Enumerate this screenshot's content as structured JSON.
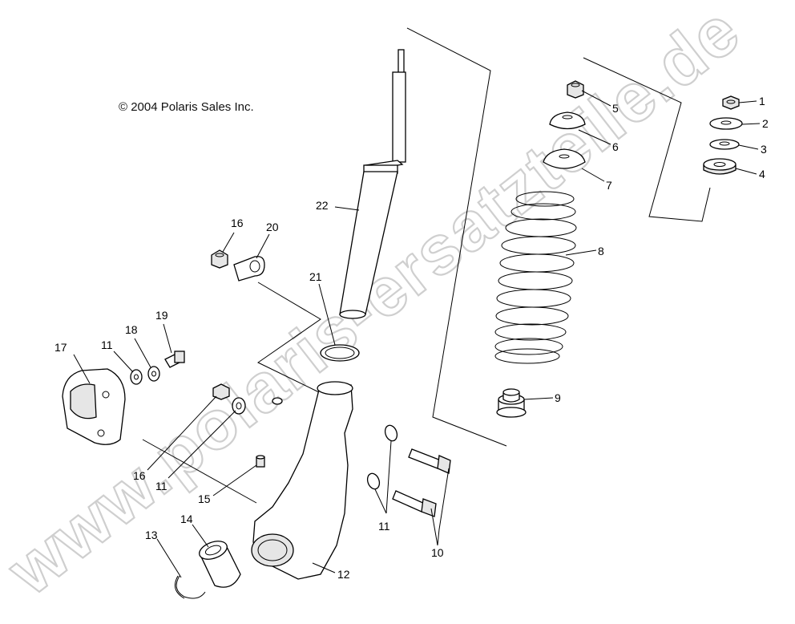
{
  "copyright": "© 2004 Polaris Sales Inc.",
  "watermark": "www.polaris-ersatzteile.de",
  "callouts": [
    {
      "id": "c1",
      "label": "1"
    },
    {
      "id": "c2",
      "label": "2"
    },
    {
      "id": "c3",
      "label": "3"
    },
    {
      "id": "c4",
      "label": "4"
    },
    {
      "id": "c5",
      "label": "5"
    },
    {
      "id": "c6",
      "label": "6"
    },
    {
      "id": "c7",
      "label": "7"
    },
    {
      "id": "c8",
      "label": "8"
    },
    {
      "id": "c9",
      "label": "9"
    },
    {
      "id": "c10",
      "label": "10"
    },
    {
      "id": "c11a",
      "label": "11"
    },
    {
      "id": "c11b",
      "label": "11"
    },
    {
      "id": "c11c",
      "label": "11"
    },
    {
      "id": "c12",
      "label": "12"
    },
    {
      "id": "c13",
      "label": "13"
    },
    {
      "id": "c14",
      "label": "14"
    },
    {
      "id": "c15",
      "label": "15"
    },
    {
      "id": "c16a",
      "label": "16"
    },
    {
      "id": "c16b",
      "label": "16"
    },
    {
      "id": "c17",
      "label": "17"
    },
    {
      "id": "c18",
      "label": "18"
    },
    {
      "id": "c19",
      "label": "19"
    },
    {
      "id": "c20",
      "label": "20"
    },
    {
      "id": "c21",
      "label": "21"
    },
    {
      "id": "c22",
      "label": "22"
    }
  ]
}
